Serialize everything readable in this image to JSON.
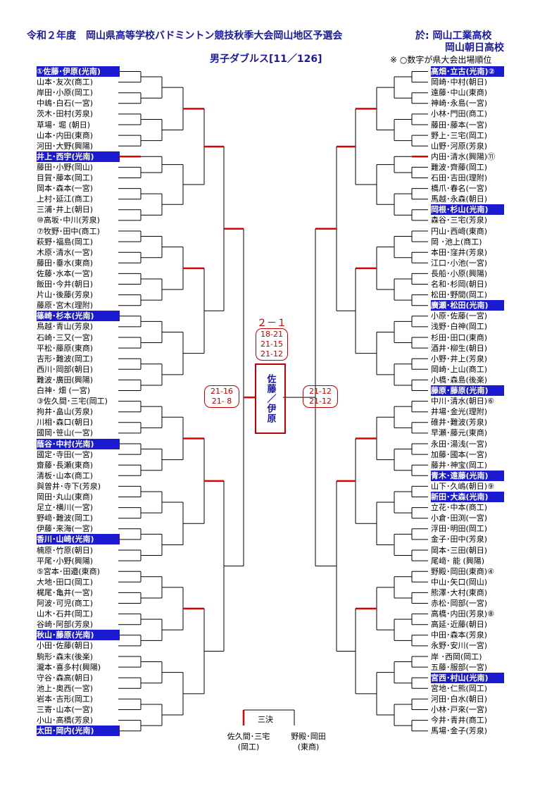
{
  "header": {
    "title": "令和２年度　岡山県高等学校バドミントン競技秋季大会岡山地区予選会",
    "venue_line1": "於: 岡山工業高校",
    "venue_line2": "岡山朝日高校",
    "subtitle": "男子ダブルス[11／126]",
    "note": "※ ○数字が県大会出場順位"
  },
  "left_entries": [
    {
      "text": "①佐藤･伊原(光南)",
      "seed": true
    },
    {
      "text": "山本･友次(商工)",
      "seed": false
    },
    {
      "text": "岸田･小原(岡工)",
      "seed": false
    },
    {
      "text": "中嶋･白石(一宮)",
      "seed": false
    },
    {
      "text": "茨木･田村(芳泉)",
      "seed": false
    },
    {
      "text": "草場･ 堀 (朝日)",
      "seed": false
    },
    {
      "text": "山本･内田(東商)",
      "seed": false
    },
    {
      "text": "河田･大野(興陽)",
      "seed": false
    },
    {
      "text": "井上･西宇(光南)",
      "seed": true
    },
    {
      "text": "藤田･小野(岡山)",
      "seed": false
    },
    {
      "text": "目賀･藤本(岡工)",
      "seed": false
    },
    {
      "text": "岡本･森本(一宮)",
      "seed": false
    },
    {
      "text": "上村･延江(商工)",
      "seed": false
    },
    {
      "text": "三浦･井上(朝日)",
      "seed": false
    },
    {
      "text": "⑩高坂･中川(芳泉)",
      "seed": false
    },
    {
      "text": "⑦牧野･田中(商工)",
      "seed": false
    },
    {
      "text": "萩野･福島(岡工)",
      "seed": false
    },
    {
      "text": "木原･清水(一宮)",
      "seed": false
    },
    {
      "text": "藤田･垂水(東商)",
      "seed": false
    },
    {
      "text": "佐藤･水本(一宮)",
      "seed": false
    },
    {
      "text": "飯田･今井(朝日)",
      "seed": false
    },
    {
      "text": "片山･後藤(芳泉)",
      "seed": false
    },
    {
      "text": "藤原･宮木(理附)",
      "seed": false
    },
    {
      "text": "篠崎･杉本(光南)",
      "seed": true
    },
    {
      "text": "鳥越･青山(芳泉)",
      "seed": false
    },
    {
      "text": "石崎･三又(一宮)",
      "seed": false
    },
    {
      "text": "平松･藤原(東商)",
      "seed": false
    },
    {
      "text": "吉形･難波(岡工)",
      "seed": false
    },
    {
      "text": "西川･岡部(朝日)",
      "seed": false
    },
    {
      "text": "難波･廣田(興陽)",
      "seed": false
    },
    {
      "text": "白神･ 畑 (一宮)",
      "seed": false
    },
    {
      "text": "③佐久間･三宅(岡工)",
      "seed": false
    },
    {
      "text": "拘井･畠山(芳泉)",
      "seed": false
    },
    {
      "text": "川相･森口(朝日)",
      "seed": false
    },
    {
      "text": "國岡･笹山(一宮)",
      "seed": false
    },
    {
      "text": "蔭谷･中村(光南)",
      "seed": true
    },
    {
      "text": "國定･寺田(一宮)",
      "seed": false
    },
    {
      "text": "齋藤･長瀬(東商)",
      "seed": false
    },
    {
      "text": "清板･山本(商工)",
      "seed": false
    },
    {
      "text": "與曽井･寺下(芳泉)",
      "seed": false
    },
    {
      "text": "岡田･丸山(東商)",
      "seed": false
    },
    {
      "text": "足立･横川(一宮)",
      "seed": false
    },
    {
      "text": "野﨑･難波(岡工)",
      "seed": false
    },
    {
      "text": "伊藤･来海(一宮)",
      "seed": false
    },
    {
      "text": "香川･山崎(光南)",
      "seed": true
    },
    {
      "text": "楠原･竹原(朝日)",
      "seed": false
    },
    {
      "text": "平尾･小野(興陽)",
      "seed": false
    },
    {
      "text": "⑤宮本･田邉(東商)",
      "seed": false
    },
    {
      "text": "大地･田口(岡工)",
      "seed": false
    },
    {
      "text": "梶尾･亀井(一宮)",
      "seed": false
    },
    {
      "text": "阿波･可児(商工)",
      "seed": false
    },
    {
      "text": "山木･石井(岡工)",
      "seed": false
    },
    {
      "text": "谷崎･阿部(芳泉)",
      "seed": false
    },
    {
      "text": "秋山･藤原(光南)",
      "seed": true
    },
    {
      "text": "小田･佐藤(朝日)",
      "seed": false
    },
    {
      "text": "駒形･森末(後楽)",
      "seed": false
    },
    {
      "text": "瀧本･喜多村(興陽)",
      "seed": false
    },
    {
      "text": "守谷･森高(朝日)",
      "seed": false
    },
    {
      "text": "池上･奥西(一宮)",
      "seed": false
    },
    {
      "text": "岩本･吉形(岡工)",
      "seed": false
    },
    {
      "text": "三寄･山本(一宮)",
      "seed": false
    },
    {
      "text": "小山･高橋(芳泉)",
      "seed": false
    },
    {
      "text": "太田･岡内(光南)",
      "seed": true
    }
  ],
  "right_entries": [
    {
      "text": "高畑･立古(光南)②",
      "seed": true
    },
    {
      "text": "岡崎･中村(朝日)",
      "seed": false
    },
    {
      "text": "遠藤･中山(東商)",
      "seed": false
    },
    {
      "text": "神崎･永島(一宮)",
      "seed": false
    },
    {
      "text": "小林･門田(商工)",
      "seed": false
    },
    {
      "text": "藤田･藤本(一宮)",
      "seed": false
    },
    {
      "text": "野上･三宅(岡工)",
      "seed": false
    },
    {
      "text": "山野･河原(芳泉)",
      "seed": false
    },
    {
      "text": "内田･清水(興陽)⑪",
      "seed": false
    },
    {
      "text": "難波･齊藤(岡工)",
      "seed": false
    },
    {
      "text": "石田･吉田(理附)",
      "seed": false
    },
    {
      "text": "橋爪･春名(一宮)",
      "seed": false
    },
    {
      "text": "馬越･永森(朝日)",
      "seed": false
    },
    {
      "text": "岡根･杉山(光南)",
      "seed": true
    },
    {
      "text": "森谷･三宅(芳泉)",
      "seed": false
    },
    {
      "text": "円山･西﨑(東商)",
      "seed": false
    },
    {
      "text": "岡 ･池上(商工)",
      "seed": false
    },
    {
      "text": "本田･窪井(芳泉)",
      "seed": false
    },
    {
      "text": "江口･小池(一宮)",
      "seed": false
    },
    {
      "text": "長船･小原(興陽)",
      "seed": false
    },
    {
      "text": "名和･杉岡(朝日)",
      "seed": false
    },
    {
      "text": "松田･野間(岡工)",
      "seed": false
    },
    {
      "text": "廣瀬･松田(光南)",
      "seed": true
    },
    {
      "text": "小原･佐藤(一宮)",
      "seed": false
    },
    {
      "text": "浅野･白神(岡工)",
      "seed": false
    },
    {
      "text": "杉田･田口(東商)",
      "seed": false
    },
    {
      "text": "酒井･柳生(朝日)",
      "seed": false
    },
    {
      "text": "小野･井上(芳泉)",
      "seed": false
    },
    {
      "text": "岡崎･上山(商工)",
      "seed": false
    },
    {
      "text": "小橋･森島(後楽)",
      "seed": false
    },
    {
      "text": "藤原･藤原(光南)",
      "seed": true
    },
    {
      "text": "中川･清水(朝日)⑥",
      "seed": false
    },
    {
      "text": "井場･金光(理附)",
      "seed": false
    },
    {
      "text": "碓井･難波(芳泉)",
      "seed": false
    },
    {
      "text": "早瀬･藤元(東商)",
      "seed": false
    },
    {
      "text": "永田･湯浅(一宮)",
      "seed": false
    },
    {
      "text": "加藤･國本(一宮)",
      "seed": false
    },
    {
      "text": "藤井･神宝(岡工)",
      "seed": false
    },
    {
      "text": "青木･遠藤(光南)",
      "seed": true
    },
    {
      "text": "山下･久嶋(朝日)⑨",
      "seed": false
    },
    {
      "text": "新田･大森(光南)",
      "seed": true
    },
    {
      "text": "立花･中本(商工)",
      "seed": false
    },
    {
      "text": "小倉･田渕(一宮)",
      "seed": false
    },
    {
      "text": "浮田･明田(岡工)",
      "seed": false
    },
    {
      "text": "金子･田中(芳泉)",
      "seed": false
    },
    {
      "text": "岡本･三田(朝日)",
      "seed": false
    },
    {
      "text": "尾﨑･ 能 (興陽)",
      "seed": false
    },
    {
      "text": "野殿･岡田(東商)④",
      "seed": false
    },
    {
      "text": "中山･矢口(岡山)",
      "seed": false
    },
    {
      "text": "熊澤･大村(東商)",
      "seed": false
    },
    {
      "text": "赤松･岡部(一宮)",
      "seed": false
    },
    {
      "text": "高橋･内田(芳泉)⑧",
      "seed": false
    },
    {
      "text": "高延･近藤(朝日)",
      "seed": false
    },
    {
      "text": "中田･森本(芳泉)",
      "seed": false
    },
    {
      "text": "永野･安川(一宮)",
      "seed": false
    },
    {
      "text": "岸 ･西岡(岡工)",
      "seed": false
    },
    {
      "text": "五藤･服部(一宮)",
      "seed": false
    },
    {
      "text": "宮西･村山(光南)",
      "seed": true
    },
    {
      "text": "宮地･仁熊(岡工)",
      "seed": false
    },
    {
      "text": "河田･白水(朝日)",
      "seed": false
    },
    {
      "text": "小林･戸來(一宮)",
      "seed": false
    },
    {
      "text": "今井･青井(商工)",
      "seed": false
    },
    {
      "text": "馬場･金子(芳泉)",
      "seed": false
    }
  ],
  "final": {
    "result": "２－１",
    "games": [
      "18-21",
      "21-15",
      "21-12"
    ],
    "champion": "佐藤／伊原"
  },
  "semifinal_left": {
    "games": [
      "21-16",
      "21- 8"
    ]
  },
  "semifinal_right": {
    "games": [
      "21-12",
      "21-12"
    ]
  },
  "third_place": {
    "label": "三決",
    "pair_a": {
      "names": "佐久間･三宅",
      "school": "(岡工)"
    },
    "pair_b": {
      "names": "野殿･岡田",
      "school": "(東商)"
    }
  },
  "colors": {
    "winner_line": "#e00000",
    "seed_bg": "#1a1ad0",
    "title": "#1a1aa0",
    "score": "#c00000"
  }
}
